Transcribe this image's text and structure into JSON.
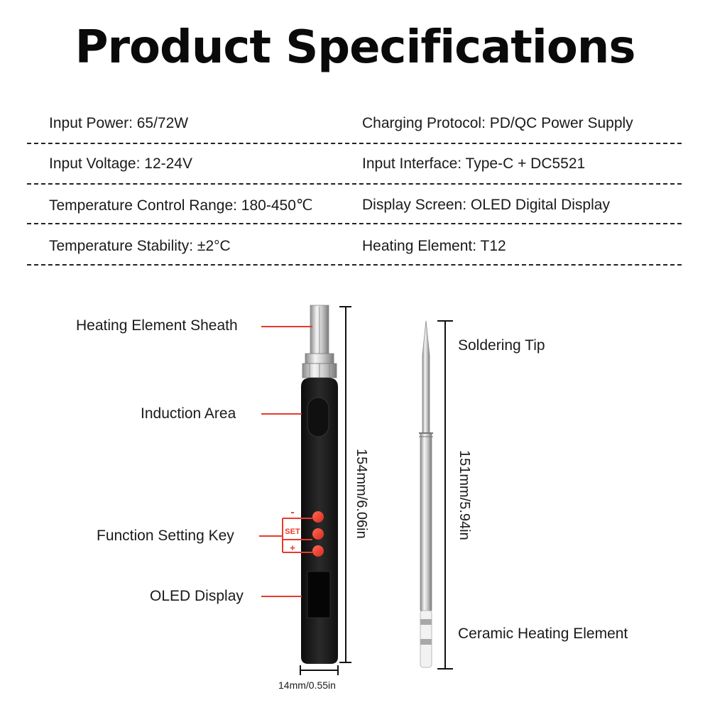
{
  "title": "Product Specifications",
  "specs": {
    "left": [
      "Input Power: 65/72W",
      "Input Voltage: 12-24V",
      "Temperature Control Range: 180-450℃",
      "Temperature Stability: ±2°C"
    ],
    "right": [
      "Charging Protocol: PD/QC Power Supply",
      "Input Interface: Type-C + DC5521",
      "Display Screen: OLED Digital Display",
      "Heating Element: T12"
    ]
  },
  "iron_labels": {
    "sheath": "Heating Element Sheath",
    "induction": "Induction Area",
    "function_key": "Function Setting Key",
    "oled": "OLED Display"
  },
  "buttons": {
    "minus": "-",
    "set": "SET",
    "plus": "+"
  },
  "dimensions": {
    "iron_length": "154mm/6.06in",
    "iron_width": "14mm/0.55in",
    "tip_length": "151mm/5.94in"
  },
  "tip_labels": {
    "soldering_tip": "Soldering Tip",
    "ceramic": "Ceramic Heating Element"
  },
  "colors": {
    "accent": "#e8392b",
    "body": "#1b1b1b",
    "metal": "#c9c9c9"
  }
}
